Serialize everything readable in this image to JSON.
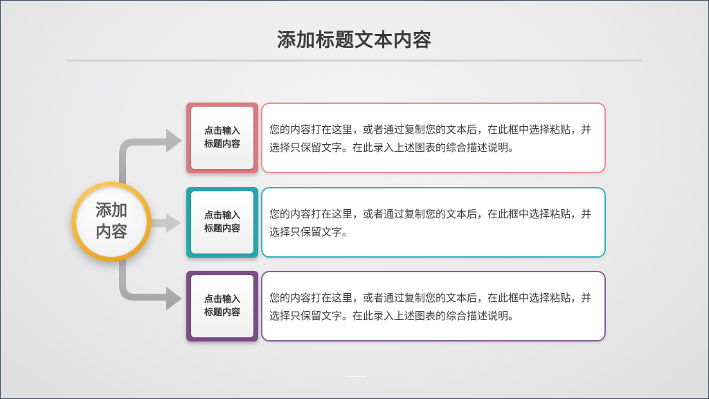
{
  "title": "添加标题文本内容",
  "hub": {
    "line1": "添加",
    "line2": "内容",
    "color": "#f2b53a"
  },
  "items": [
    {
      "label_line1": "点击输入",
      "label_line2": "标题内容",
      "text": "您的内容打在这里，或者通过复制您的文本后，在此框中选择粘贴，并选择只保留文字。在此录入上述图表的综合描述说明。",
      "color": "#d97b80"
    },
    {
      "label_line1": "点击输入",
      "label_line2": "标题内容",
      "text": "您的内容打在这里，或者通过复制您的文本后，在此框中选择粘贴，并选择只保留文字。",
      "color": "#2aa5ad"
    },
    {
      "label_line1": "点击输入",
      "label_line2": "标题内容",
      "text": "您的内容打在这里，或者通过复制您的文本后，在此框中选择粘贴，并选择只保留文字。在此录入上述图表的综合描述说明。",
      "color": "#7b4f86"
    }
  ],
  "arrow_color": "#a9a9a9"
}
